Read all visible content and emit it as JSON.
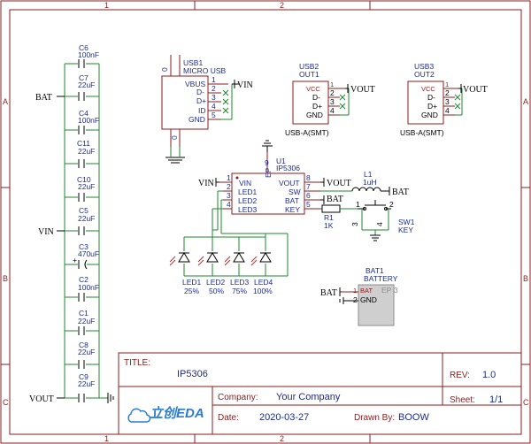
{
  "frame": {
    "cols": [
      "1",
      "2"
    ],
    "rows": [
      "A",
      "B",
      "C"
    ]
  },
  "caps": [
    {
      "ref": "C6",
      "val": "100nF"
    },
    {
      "ref": "C7",
      "val": "22uF"
    },
    {
      "ref": "C4",
      "val": "100nF"
    },
    {
      "ref": "C11",
      "val": "22uF"
    },
    {
      "ref": "C10",
      "val": "22uF"
    },
    {
      "ref": "C5",
      "val": "22uF"
    },
    {
      "ref": "C3",
      "val": "470uF"
    },
    {
      "ref": "C2",
      "val": "100nF"
    },
    {
      "ref": "C1",
      "val": "22uF"
    },
    {
      "ref": "C8",
      "val": "22uF"
    },
    {
      "ref": "C9",
      "val": "22uF"
    }
  ],
  "nets": {
    "bat": "BAT",
    "vin": "VIN",
    "vout": "VOUT"
  },
  "usb1": {
    "ref": "USB1",
    "name": "MICRO USB",
    "pins": [
      "VBUS",
      "D-",
      "D+",
      "ID",
      "GND"
    ],
    "nums": [
      "1",
      "2",
      "3",
      "4",
      "5"
    ],
    "side": [
      "0",
      "0"
    ]
  },
  "usb2": {
    "ref": "USB2",
    "name": "OUT1",
    "pins": [
      "VCC",
      "D-",
      "D+",
      "GND"
    ],
    "nums": [
      "1",
      "2",
      "3",
      "4"
    ],
    "pkg": "USB-A(SMT)"
  },
  "usb3": {
    "ref": "USB3",
    "name": "OUT2",
    "pins": [
      "VCC",
      "D-",
      "D+",
      "GND"
    ],
    "nums": [
      "1",
      "2",
      "3",
      "4"
    ],
    "pkg": "USB-A(SMT)"
  },
  "u1": {
    "ref": "U1",
    "name": "IP5306",
    "left": [
      "VIN",
      "LED1",
      "LED2",
      "LED3"
    ],
    "lnum": [
      "1",
      "2",
      "3",
      "4"
    ],
    "right": [
      "VOUT",
      "SW",
      "BAT",
      "KEY"
    ],
    "rnum": [
      "8",
      "7",
      "6",
      "5"
    ],
    "ep": "EP",
    "top": "9"
  },
  "l1": {
    "ref": "L1",
    "val": "1uH"
  },
  "r1": {
    "ref": "R1",
    "val": "1K"
  },
  "sw1": {
    "ref": "SW1",
    "val": "KEY",
    "nums": [
      "1",
      "2",
      "3",
      "4"
    ]
  },
  "leds": [
    {
      "ref": "LED1",
      "pct": "25%"
    },
    {
      "ref": "LED2",
      "pct": "50%"
    },
    {
      "ref": "LED3",
      "pct": "75%"
    },
    {
      "ref": "LED4",
      "pct": "100%"
    }
  ],
  "bat1": {
    "ref": "BAT1",
    "name": "BATTERY",
    "pins": [
      "BAT",
      "GND",
      "EP"
    ],
    "nums": [
      "1",
      "2",
      "3"
    ]
  },
  "title_block": {
    "title_label": "TITLE:",
    "title": "IP5306",
    "rev_label": "REV:",
    "rev": "1.0",
    "company_label": "Company:",
    "company": "Your Company",
    "sheet_label": "Sheet:",
    "sheet": "1/1",
    "date_label": "Date:",
    "date": "2020-03-27",
    "drawn_label": "Drawn By:",
    "drawn": "BOOW",
    "logo": "立创EDA"
  }
}
